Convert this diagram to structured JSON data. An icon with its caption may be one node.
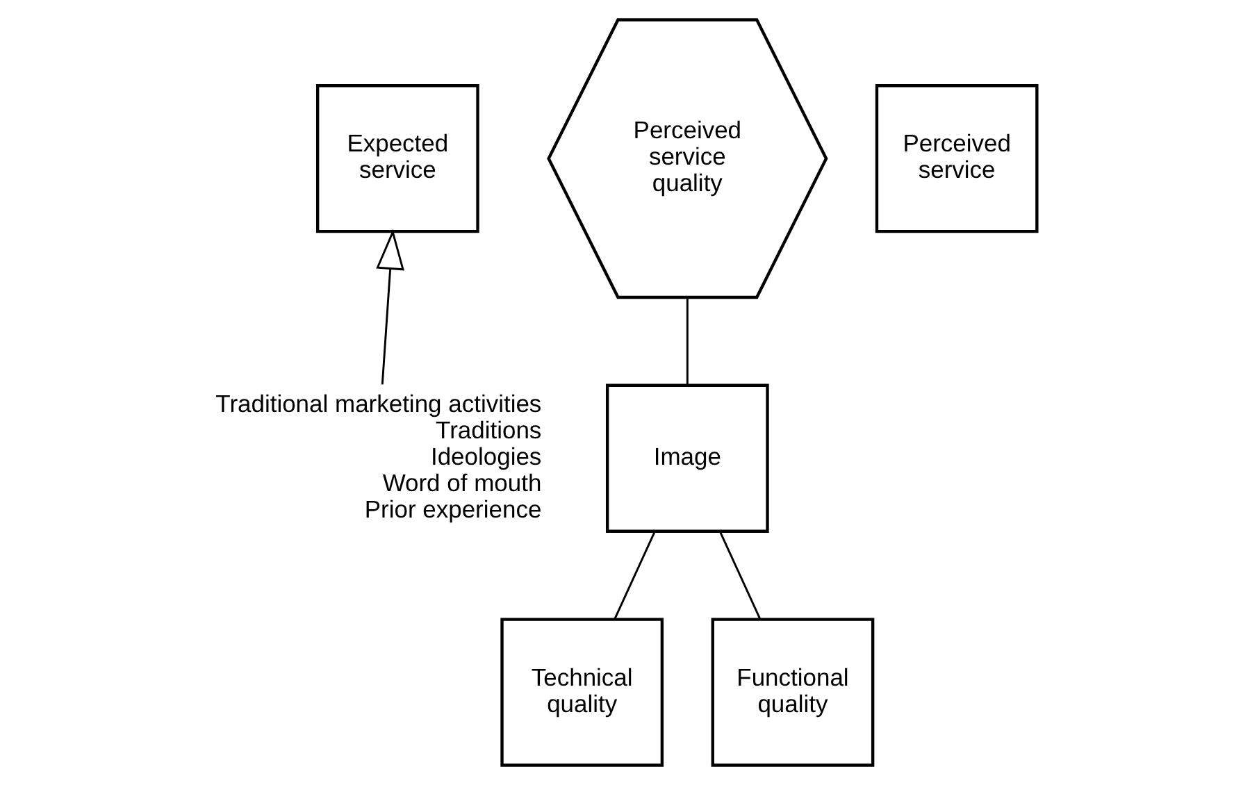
{
  "diagram": {
    "nodes": [
      {
        "text": [
          "Expected service"
        ]
      },
      {
        "text": [
          "Perceived service quality"
        ]
      },
      {
        "text": [
          "Perceived service"
        ]
      },
      {
        "text": [
          "Image"
        ]
      },
      {
        "text": [
          "Technical quality"
        ]
      },
      {
        "text": [
          "Functional quality"
        ]
      },
      {
        "text": [
          "Traditional marketing activities",
          "Traditions",
          "Ideologies",
          "Word of mouth",
          "Prior experience"
        ]
      }
    ],
    "edges": [
      {
        "from": 1,
        "to": 3,
        "arrow": "none"
      },
      {
        "from": 3,
        "to": 4,
        "arrow": "none"
      },
      {
        "from": 3,
        "to": 5,
        "arrow": "none"
      },
      {
        "from": 6,
        "to": 0,
        "arrow": "to"
      }
    ]
  }
}
